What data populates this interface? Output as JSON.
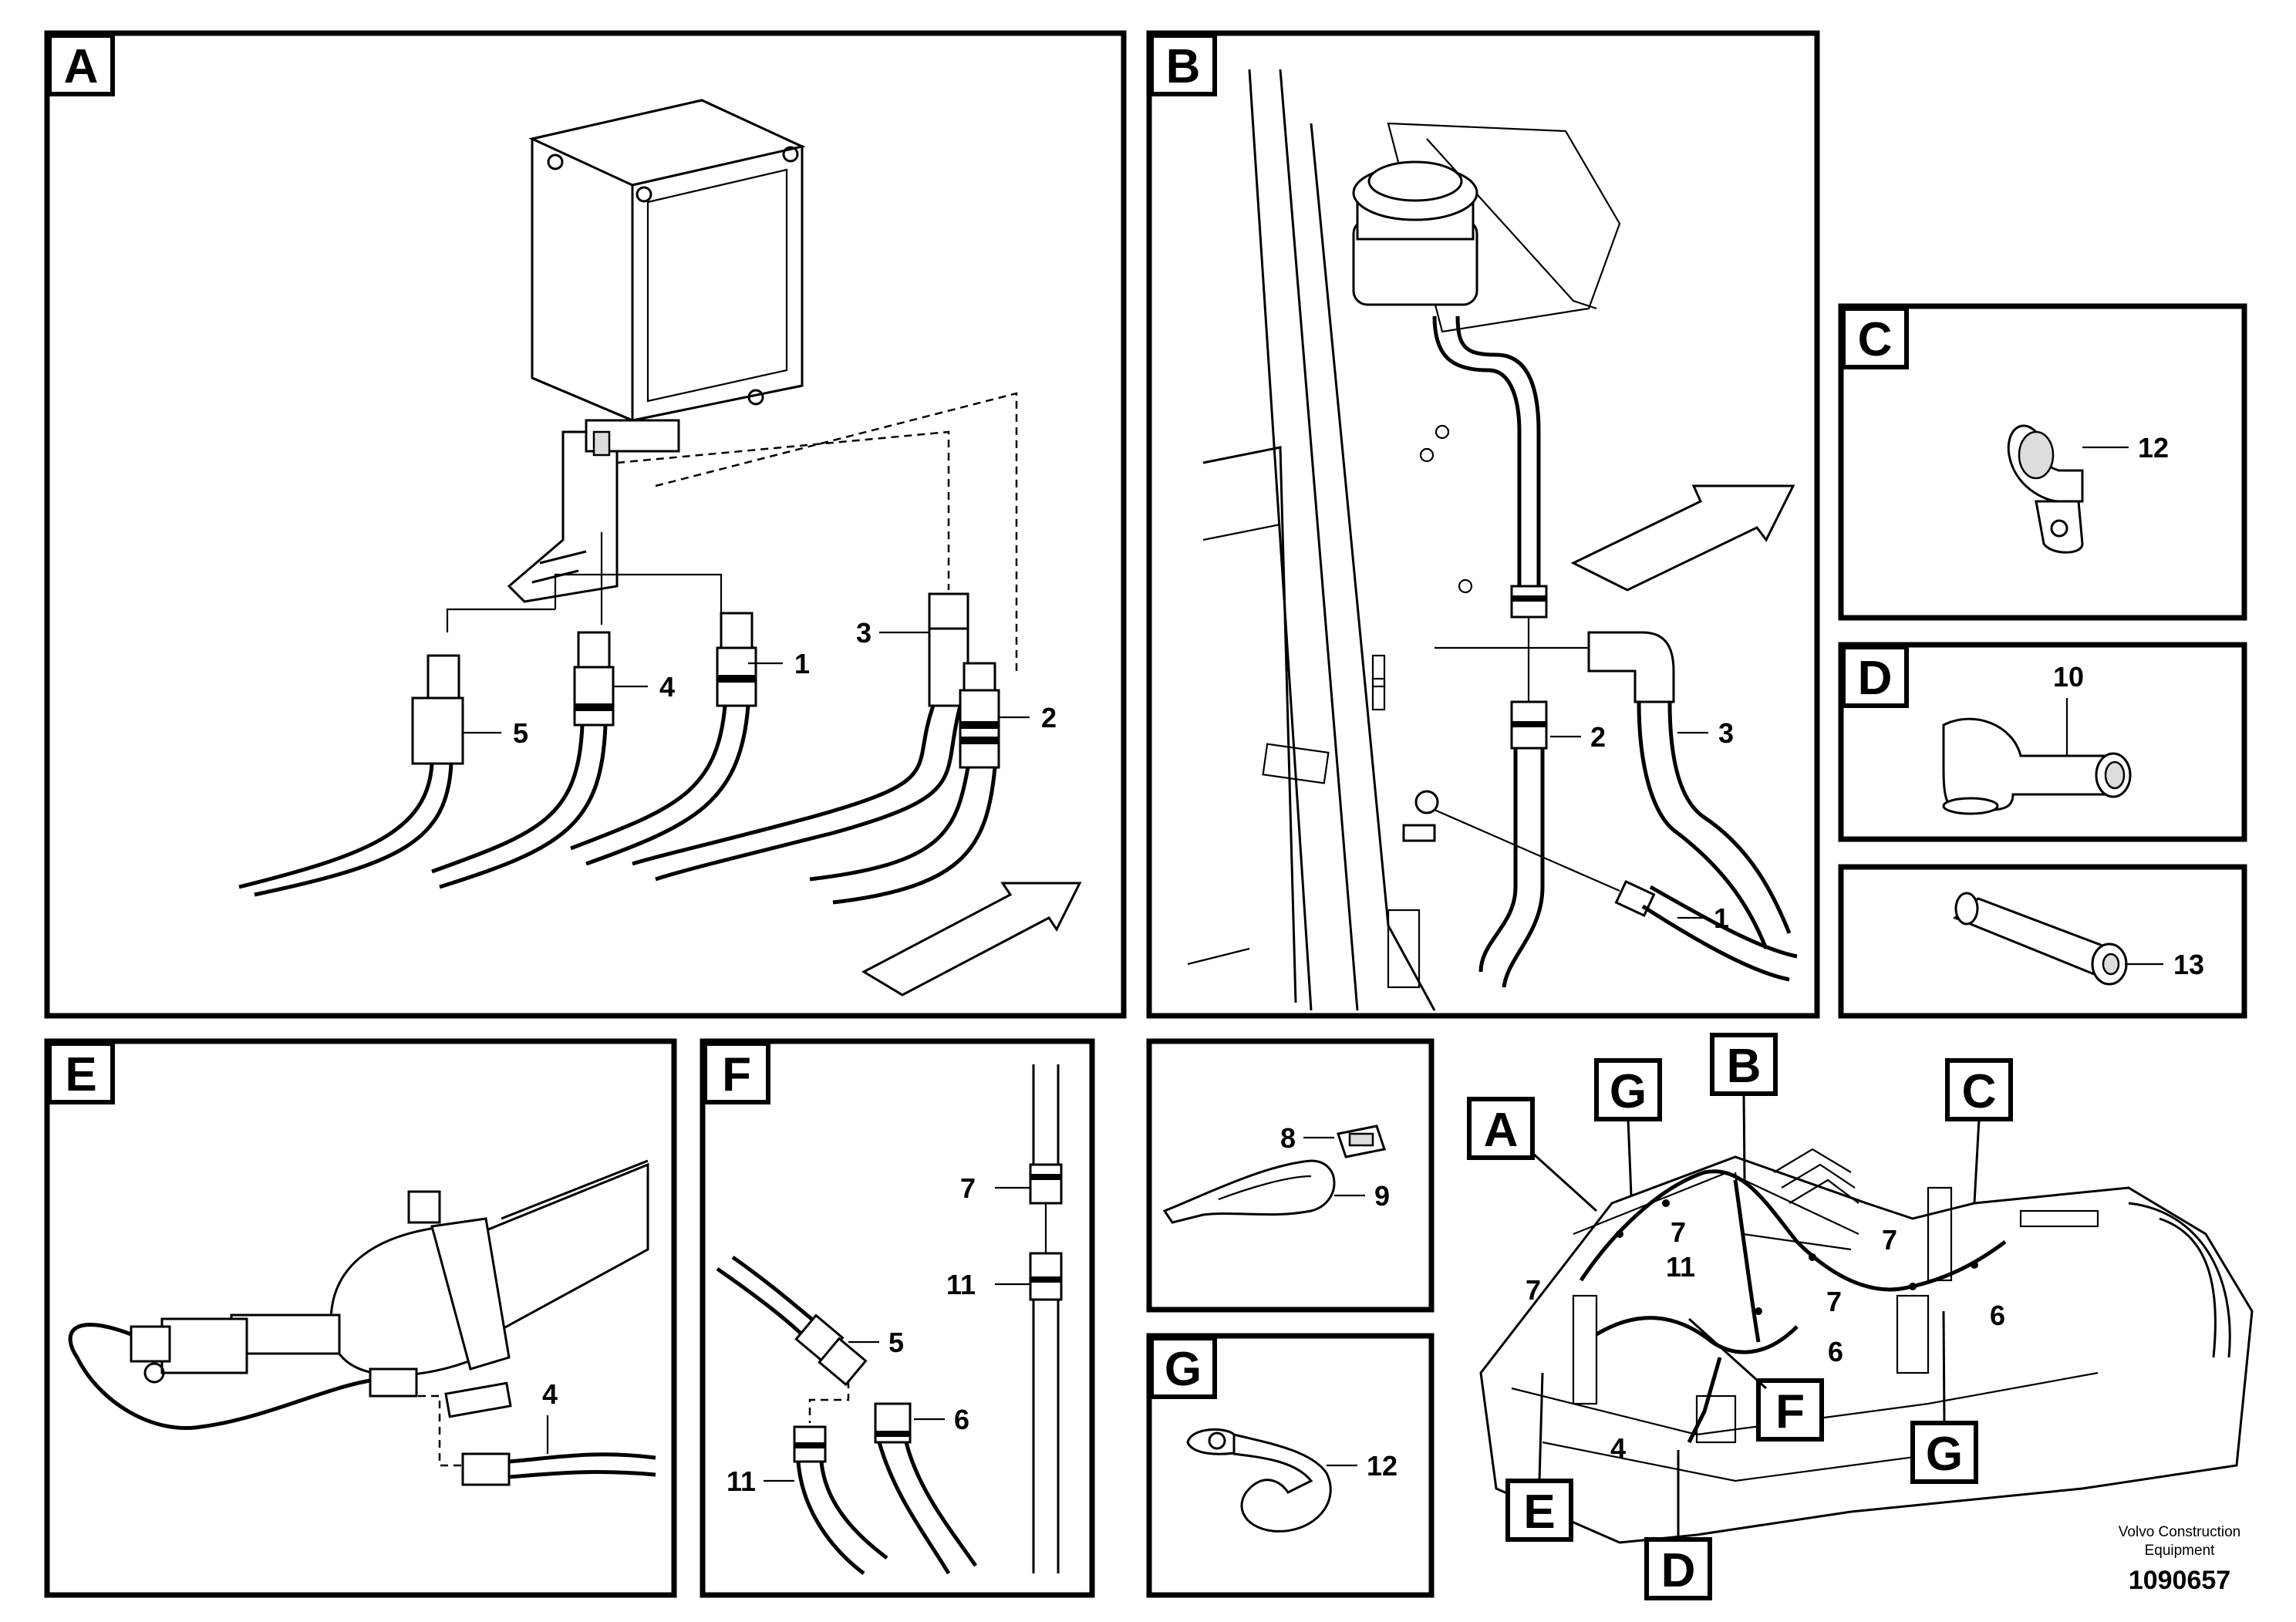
{
  "panels": {
    "A": {
      "tag": "A",
      "callouts": [
        "1",
        "2",
        "3",
        "4",
        "5"
      ]
    },
    "B": {
      "tag": "B",
      "callouts": [
        "1",
        "2",
        "3"
      ]
    },
    "C": {
      "tag": "C",
      "callouts": [
        "12"
      ]
    },
    "D": {
      "tag": "D",
      "callouts": [
        "10"
      ]
    },
    "P13": {
      "callouts": [
        "13"
      ]
    },
    "E": {
      "tag": "E",
      "callouts": [
        "4"
      ]
    },
    "F": {
      "tag": "F",
      "callouts": [
        "7",
        "11",
        "5",
        "6",
        "11"
      ]
    },
    "P89": {
      "callouts": [
        "8",
        "9"
      ]
    },
    "G": {
      "tag": "G",
      "callouts": [
        "12"
      ]
    }
  },
  "overview": {
    "tags": [
      "A",
      "G",
      "B",
      "C",
      "F",
      "G",
      "E",
      "D"
    ],
    "callouts": [
      "7",
      "7",
      "11",
      "7",
      "6",
      "6",
      "4",
      "7"
    ]
  },
  "footer": {
    "maker_line1": "Volvo Construction",
    "maker_line2": "Equipment",
    "doc_number": "1090657"
  }
}
